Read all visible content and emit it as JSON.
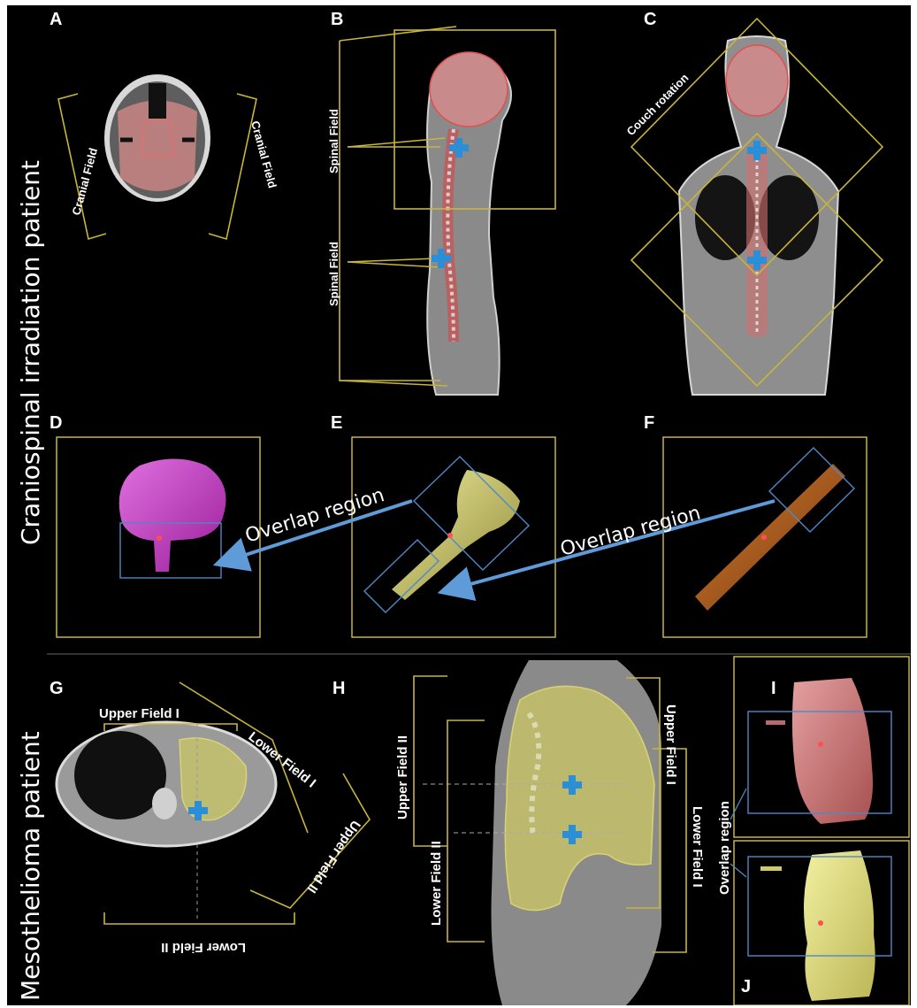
{
  "side_labels": {
    "top": "Craniospinal irradiation patient",
    "bottom": "Mesothelioma patient"
  },
  "panels": {
    "A": "A",
    "B": "B",
    "C": "C",
    "D": "D",
    "E": "E",
    "F": "F",
    "G": "G",
    "H": "H",
    "I": "I",
    "J": "J"
  },
  "fields": {
    "cranial_left": "Cranial Field",
    "cranial_right": "Cranial Field",
    "spinal_upper": "Spinal Field",
    "spinal_lower": "Spinal Field",
    "couch_rotation": "Couch rotation",
    "upper_field_1": "Upper Field I",
    "lower_field_1": "Lower Field I",
    "upper_field_2": "Upper Field II",
    "lower_field_2": "Lower Field II"
  },
  "overlap": {
    "label": "Overlap region"
  },
  "colors": {
    "background": "#000000",
    "field_line": "#c8b53a",
    "overlap_box": "#4f88c6",
    "isocenter": "#2a8fd6",
    "ctv_red": "#e0606a",
    "brain_magenta": "#c83cc8",
    "spine_yellow": "#d8d27a",
    "spine_orange": "#b35a1a"
  }
}
